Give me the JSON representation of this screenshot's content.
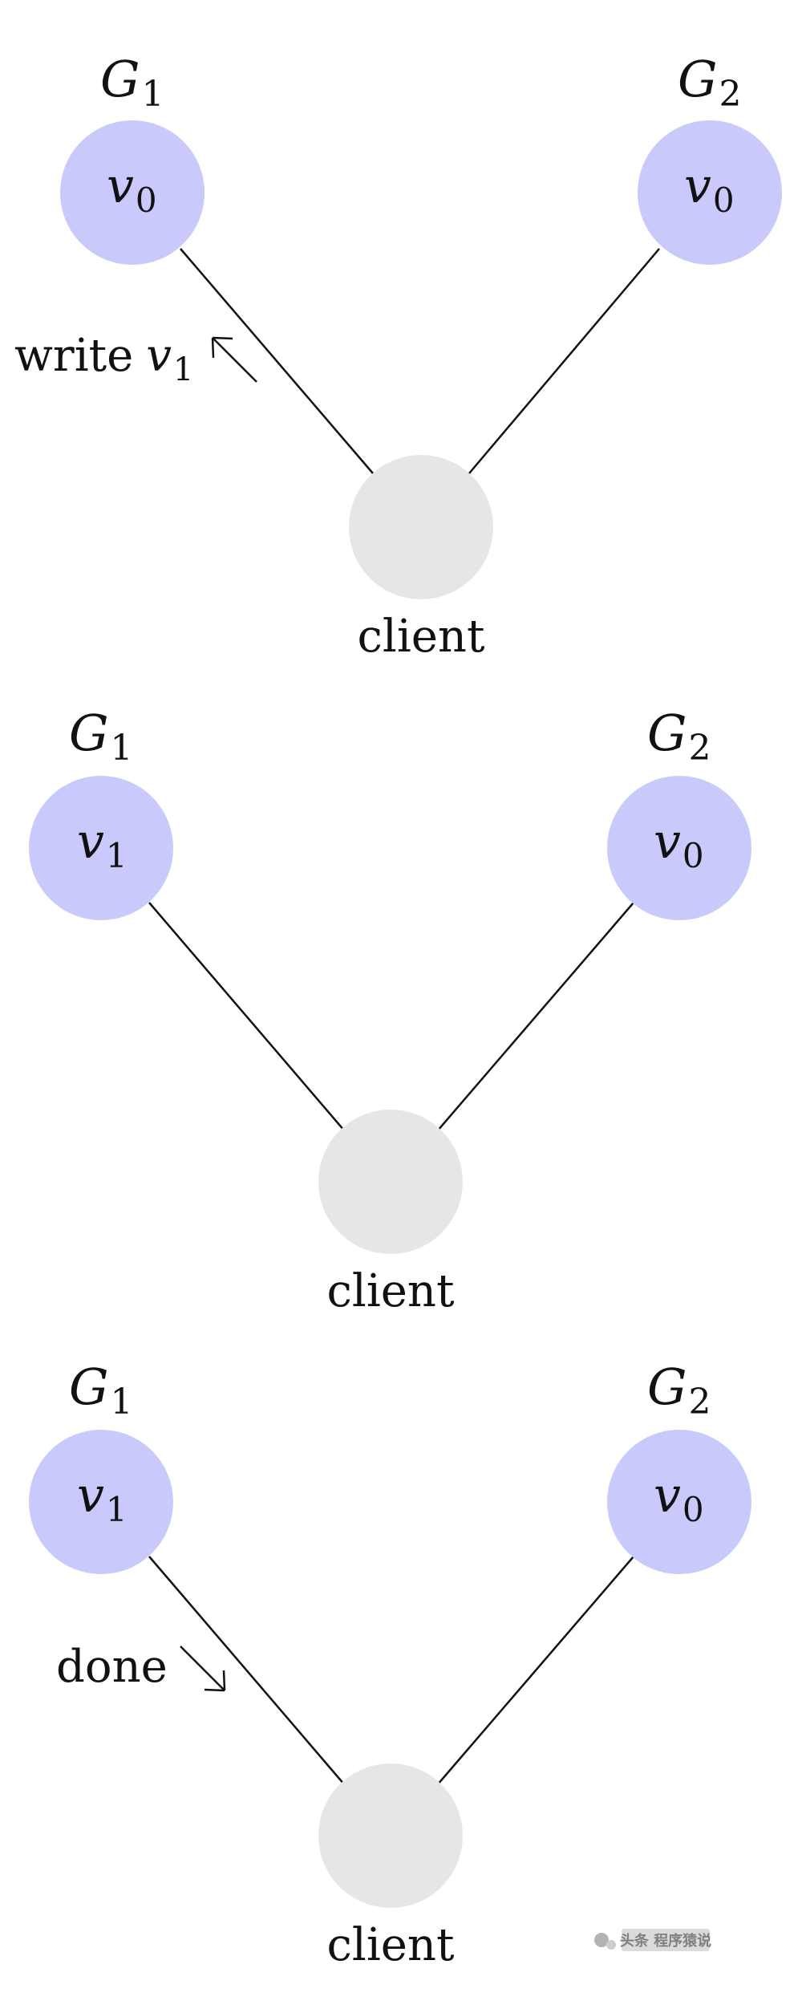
{
  "colors": {
    "server_fill": "#c9c9fb",
    "client_fill": "#e6e6e6",
    "edge": "#111111",
    "text": "#111111"
  },
  "labels": {
    "g1_base": "G",
    "g1_sub": "1",
    "g2_base": "G",
    "g2_sub": "2",
    "value_base": "v",
    "v0_sub": "0",
    "v1_sub": "1",
    "client": "client",
    "write_word": "write",
    "done": "done"
  },
  "panels": [
    {
      "id": "panel-1",
      "g1_value_sub": "0",
      "g2_value_sub": "0",
      "message": "write v1",
      "arrow": "up-left"
    },
    {
      "id": "panel-2",
      "g1_value_sub": "1",
      "g2_value_sub": "0",
      "message": "",
      "arrow": "none"
    },
    {
      "id": "panel-3",
      "g1_value_sub": "1",
      "g2_value_sub": "0",
      "message": "done",
      "arrow": "down-right"
    }
  ],
  "watermark": {
    "text": "头条 程序猿说"
  }
}
